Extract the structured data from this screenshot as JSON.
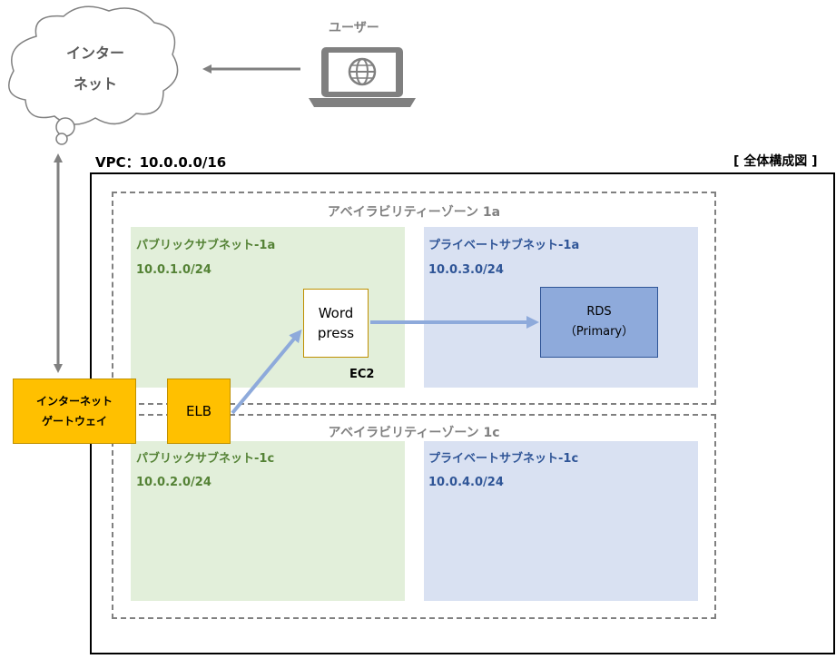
{
  "internet": {
    "line1": "インター",
    "line2": "ネット"
  },
  "user": {
    "label": "ユーザー"
  },
  "vpc": {
    "label": "VPC：10.0.0.0/16"
  },
  "overview": {
    "label": "[ 全体構成図 ]"
  },
  "az_1a": {
    "title": "アベイラビリティーゾーン 1a",
    "public_subnet": {
      "name": "パブリックサブネット-1a",
      "cidr": "10.0.1.0/24"
    },
    "private_subnet": {
      "name": "プライベートサブネット-1a",
      "cidr": "10.0.3.0/24"
    }
  },
  "az_1c": {
    "title": "アベイラビリティーゾーン 1c",
    "public_subnet": {
      "name": "パブリックサブネット-1c",
      "cidr": "10.0.2.0/24"
    },
    "private_subnet": {
      "name": "プライベートサブネット-1c",
      "cidr": "10.0.4.0/24"
    }
  },
  "igw": {
    "line1": "インターネット",
    "line2": "ゲートウェイ"
  },
  "elb": {
    "label": "ELB"
  },
  "wordpress": {
    "line1": "Word",
    "line2": "press"
  },
  "ec2": {
    "label": "EC2"
  },
  "rds": {
    "line1": "RDS",
    "line2": "（Primary）"
  },
  "colors": {
    "public_subnet_fill": "#e2efda",
    "private_subnet_fill": "#d9e1f2",
    "public_text": "#548235",
    "private_text": "#2f5597",
    "gateway_fill": "#ffc000",
    "rds_fill": "#8eaadb",
    "arrow": "#8eaadb"
  },
  "icons": {
    "user": "laptop-globe-icon",
    "internet": "cloud-icon"
  }
}
